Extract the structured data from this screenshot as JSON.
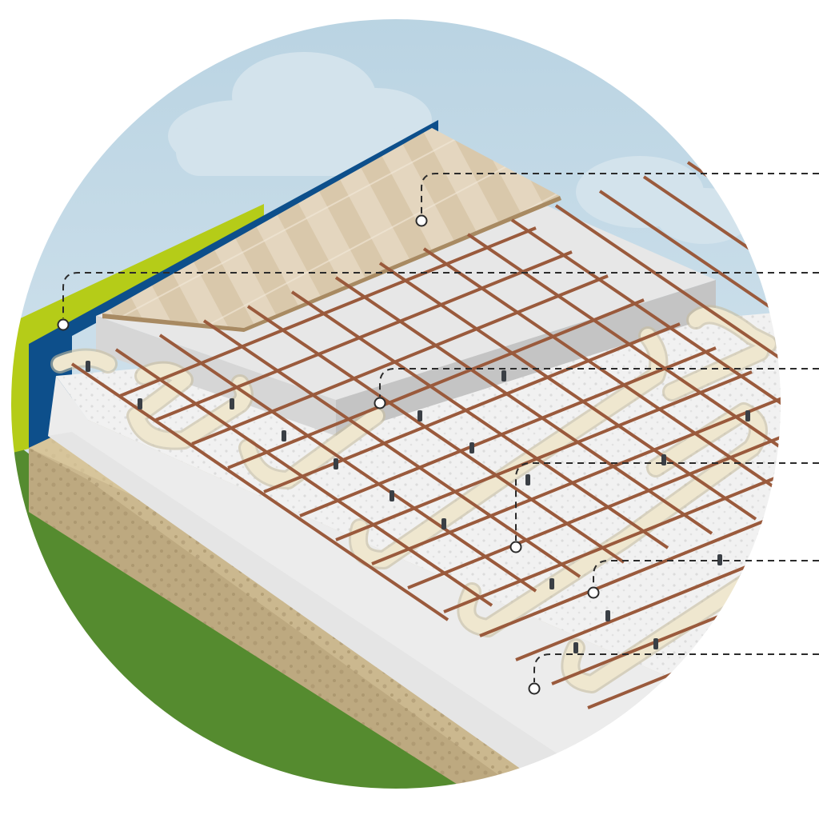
{
  "colors": {
    "sky_top": "#b9d3e2",
    "sky_bottom": "#e3eef5",
    "cloud": "#cfe0ea",
    "grass": "#558b2f",
    "soil": "#c8b48c",
    "soil_dark": "#a89470",
    "insulation": "#f1f1f1",
    "screed_top": "#e9e9e9",
    "screed_side": "#c9c9c9",
    "wood_light": "#e8dcc8",
    "wood_dark": "#cdb89a",
    "wall_blue": "#0d4f8b",
    "wall_green": "#b5cc18",
    "pipe": "#efe7cf",
    "pipe_shadow": "#cfc4a6",
    "mesh": "#9a5a3c",
    "clip": "#3a3f45",
    "callout_line": "#2b2b2b"
  },
  "callouts": [
    {
      "id": "wood-floor"
    },
    {
      "id": "edge-wall"
    },
    {
      "id": "screed"
    },
    {
      "id": "heating-pipe"
    },
    {
      "id": "mesh"
    },
    {
      "id": "insulation"
    }
  ]
}
